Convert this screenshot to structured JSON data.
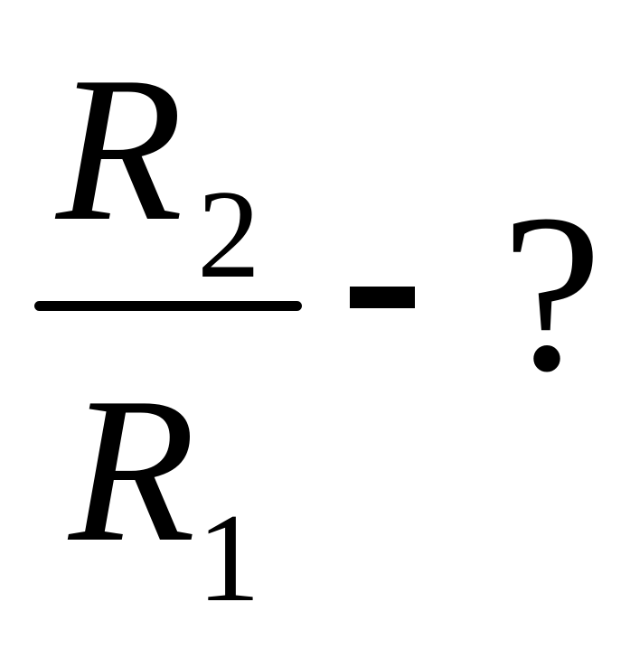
{
  "formula": {
    "numerator": {
      "variable": "R",
      "subscript": "2"
    },
    "denominator": {
      "variable": "R",
      "subscript": "1"
    },
    "separator": "-",
    "question": "?"
  },
  "colors": {
    "text": "#000000",
    "background": "#ffffff"
  }
}
